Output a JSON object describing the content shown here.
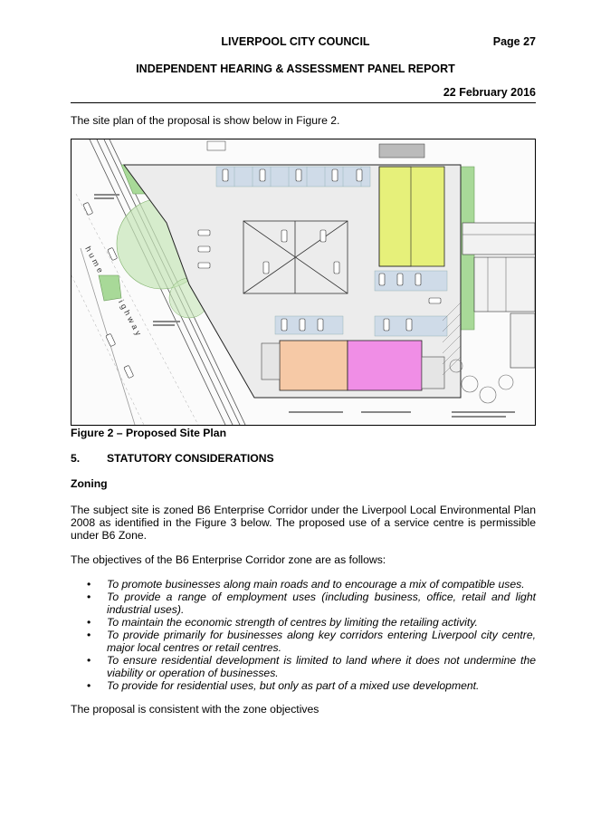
{
  "header": {
    "council": "LIVERPOOL CITY COUNCIL",
    "page": "Page 27",
    "report_title": "INDEPENDENT HEARING & ASSESSMENT PANEL REPORT",
    "date": "22 February 2016"
  },
  "intro": "The site plan of the proposal is show below in Figure 2.",
  "figure": {
    "caption": "Figure 2 – Proposed Site Plan",
    "road_label_1": "hume",
    "road_label_2": "highway",
    "colors": {
      "retail": "#f6c9a6",
      "service": "#f08ee6",
      "landscape": "#a8d998",
      "lawn": "#e6f07a",
      "parking": "#cfdbe8"
    }
  },
  "section": {
    "number": "5.",
    "title": "STATUTORY CONSIDERATIONS"
  },
  "subheading": "Zoning",
  "paragraphs": [
    "The subject site is zoned B6 Enterprise Corridor under the Liverpool Local Environmental Plan 2008 as identified in the Figure 3 below.  The proposed use of a service centre is permissible under B6 Zone.",
    "The objectives of the B6 Enterprise Corridor zone are as follows:"
  ],
  "bullet_symbol": "•",
  "objectives": [
    "To promote businesses along main roads and to encourage a mix of compatible uses.",
    "To provide a range of employment uses (including business, office, retail and light industrial uses).",
    "To maintain the economic strength of centres by limiting the retailing activity.",
    "To provide primarily for businesses along key corridors entering Liverpool city centre, major local centres or retail centres.",
    "To ensure residential development is limited to land where it does not undermine the viability or operation of businesses.",
    "To provide for residential uses, but only as part of a mixed use development."
  ],
  "closing": "The proposal is consistent with the zone objectives"
}
